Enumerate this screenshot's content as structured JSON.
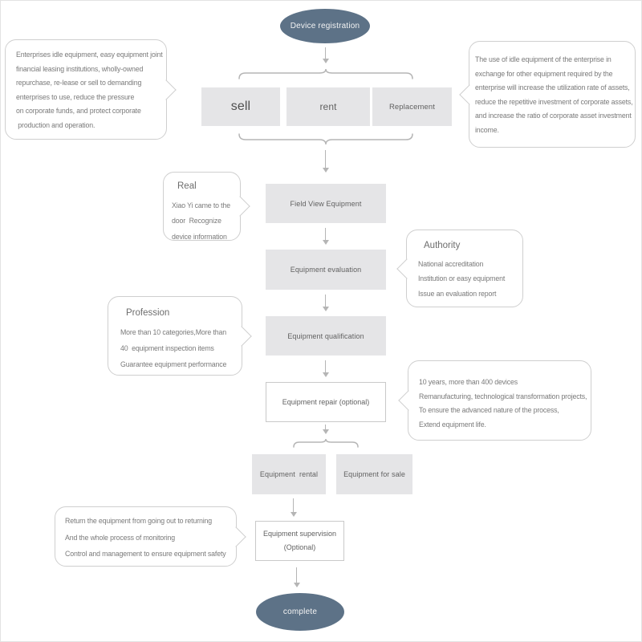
{
  "colors": {
    "terminal_fill": "#5d7287",
    "terminal_text": "#f4f4f4",
    "process_fill": "#e5e5e7",
    "process_text": "#616161",
    "outline_border": "#c9c9c9",
    "callout_border": "#cfcfcf",
    "callout_text": "#7a7a7a",
    "connector": "#b5b5b5"
  },
  "nodes": {
    "start": "Device registration",
    "sell": "sell",
    "rent": "rent",
    "replacement": "Replacement",
    "field_view": "Field View Equipment",
    "evaluation": "Equipment evaluation",
    "qualification": "Equipment qualification",
    "repair": "Equipment repair (optional)",
    "rental": "Equipment  rental",
    "for_sale": "Equipment for sale",
    "supervision": {
      "line1": "Equipment supervision",
      "line2": "(Optional)"
    },
    "end": "complete"
  },
  "callouts": {
    "sell_benefit": {
      "lines": [
        "Enterprises idle equipment, easy equipment joint",
        "financial leasing institutions, wholly-owned",
        "repurchase, re-lease or sell to demanding",
        "enterprises to use, reduce the pressure",
        "on corporate funds, and protect corporate",
        " production and operation."
      ]
    },
    "replacement_benefit": {
      "lines": [
        "The use of idle equipment of the enterprise in",
        "exchange for other equipment required by the",
        "enterprise will increase the utilization rate of assets,",
        "reduce the repetitive investment of corporate assets,",
        "and increase the ratio of corporate asset investment",
        "income."
      ]
    },
    "real": {
      "title": "Real",
      "lines": [
        "Xiao Yi came to the",
        "door  Recognize",
        "device information"
      ]
    },
    "authority": {
      "title": "Authority",
      "lines": [
        "National accreditation",
        "Institution or easy equipment",
        "Issue an evaluation report"
      ]
    },
    "profession": {
      "title": "Profession",
      "lines": [
        "More than 10 categories,More than",
        "40  equipment inspection items",
        "Guarantee equipment performance"
      ]
    },
    "repair_info": {
      "lines": [
        "10 years, more than 400 devices",
        "Remanufacturing, technological transformation projects,",
        "To ensure the advanced nature of the process,",
        "Extend equipment life."
      ]
    },
    "supervision_info": {
      "lines": [
        "Return the equipment from going out to returning",
        "And the whole process of monitoring",
        "Control and management to ensure equipment safety"
      ]
    }
  }
}
